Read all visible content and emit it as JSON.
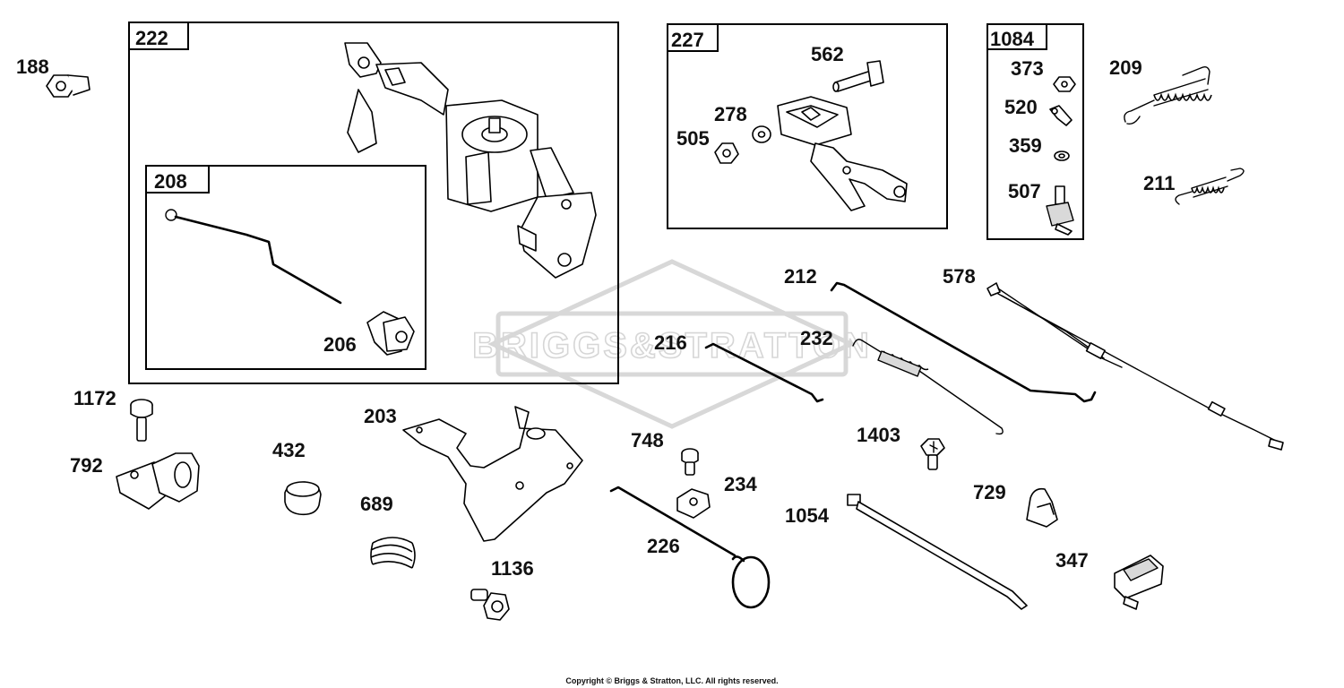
{
  "watermark": "BRIGGS&STRATTON",
  "copyright": "Copyright © Briggs & Stratton, LLC. All rights reserved.",
  "groups": [
    {
      "id": "222",
      "label": "222"
    },
    {
      "id": "208",
      "label": "208"
    },
    {
      "id": "227",
      "label": "227"
    },
    {
      "id": "1084",
      "label": "1084"
    }
  ],
  "callouts": {
    "p188": "188",
    "p206": "206",
    "p562": "562",
    "p278": "278",
    "p505": "505",
    "p373": "373",
    "p520": "520",
    "p359": "359",
    "p507": "507",
    "p209": "209",
    "p211": "211",
    "p212": "212",
    "p578": "578",
    "p216": "216",
    "p232": "232",
    "p1172": "1172",
    "p203": "203",
    "p432": "432",
    "p792": "792",
    "p689": "689",
    "p1136": "1136",
    "p748": "748",
    "p234": "234",
    "p226": "226",
    "p1403": "1403",
    "p1054": "1054",
    "p729": "729",
    "p347": "347"
  }
}
